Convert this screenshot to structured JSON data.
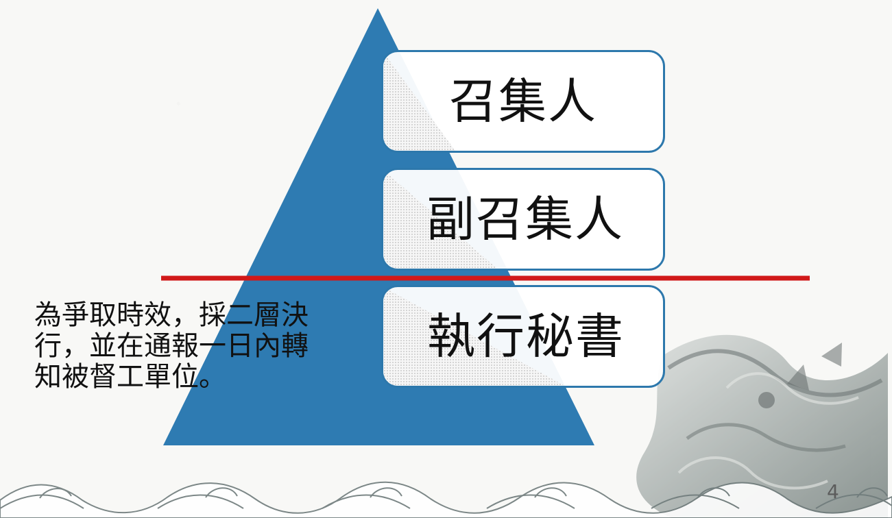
{
  "diagram": {
    "levels": [
      {
        "label": "召集人"
      },
      {
        "label": "副召集人"
      },
      {
        "label": "執行秘書"
      }
    ],
    "annotation": "為爭取時效，採二層決\n行，並在通報一日內轉\n知被督工單位。",
    "page_number": "4"
  },
  "colors": {
    "pyramid_blue": "#2e7bb2",
    "divider_red": "#d11919",
    "box_border": "#2d78ac",
    "text_black": "#111111",
    "decor_gray": "#7f8b8b"
  },
  "decor": {
    "wave_icon": "wave-pattern-icon",
    "dragon_icon": "dragon-ornament-icon"
  }
}
